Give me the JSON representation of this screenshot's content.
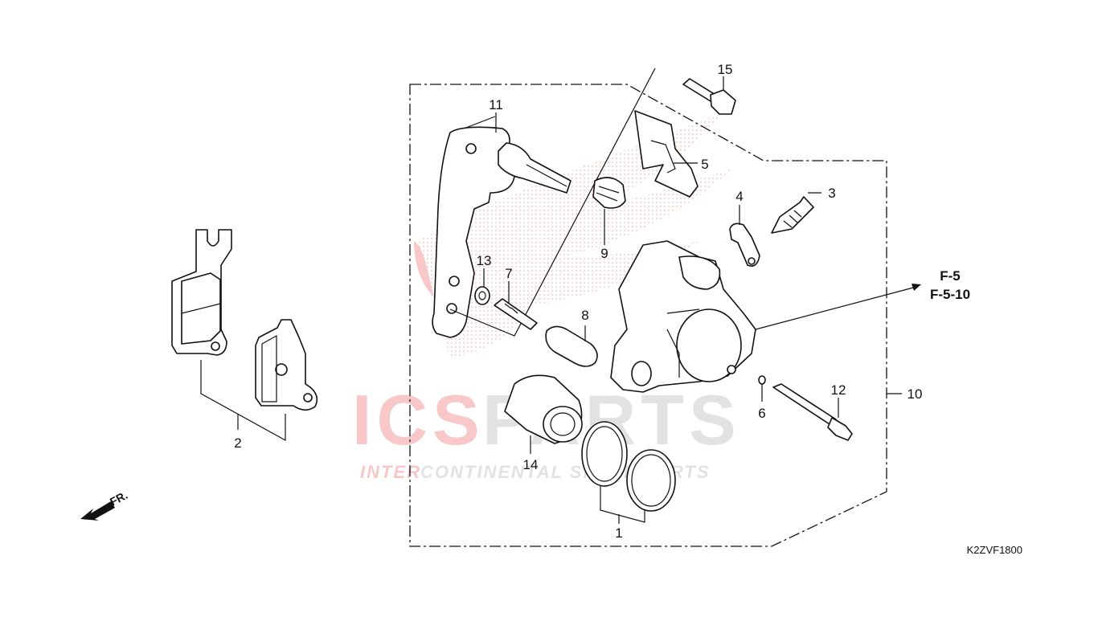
{
  "diagram": {
    "part_labels": {
      "p1": "1",
      "p2": "2",
      "p3": "3",
      "p4": "4",
      "p5": "5",
      "p6": "6",
      "p7": "7",
      "p8": "8",
      "p9": "9",
      "p10": "10",
      "p11": "11",
      "p12": "12",
      "p13": "13",
      "p14": "14",
      "p15": "15"
    },
    "reference": {
      "line1": "F-5",
      "line2": "F-5-10"
    },
    "direction": "FR.",
    "figure_code": "K2ZVF1800"
  },
  "watermark": {
    "brand_part1": "ICS",
    "brand_part2": "PARTS",
    "tagline_part1": "INTER",
    "tagline_part2": "CONTINENTAL SPARE PARTS",
    "colors": {
      "red": "#e8393b",
      "gray": "#9a9a9a"
    }
  }
}
